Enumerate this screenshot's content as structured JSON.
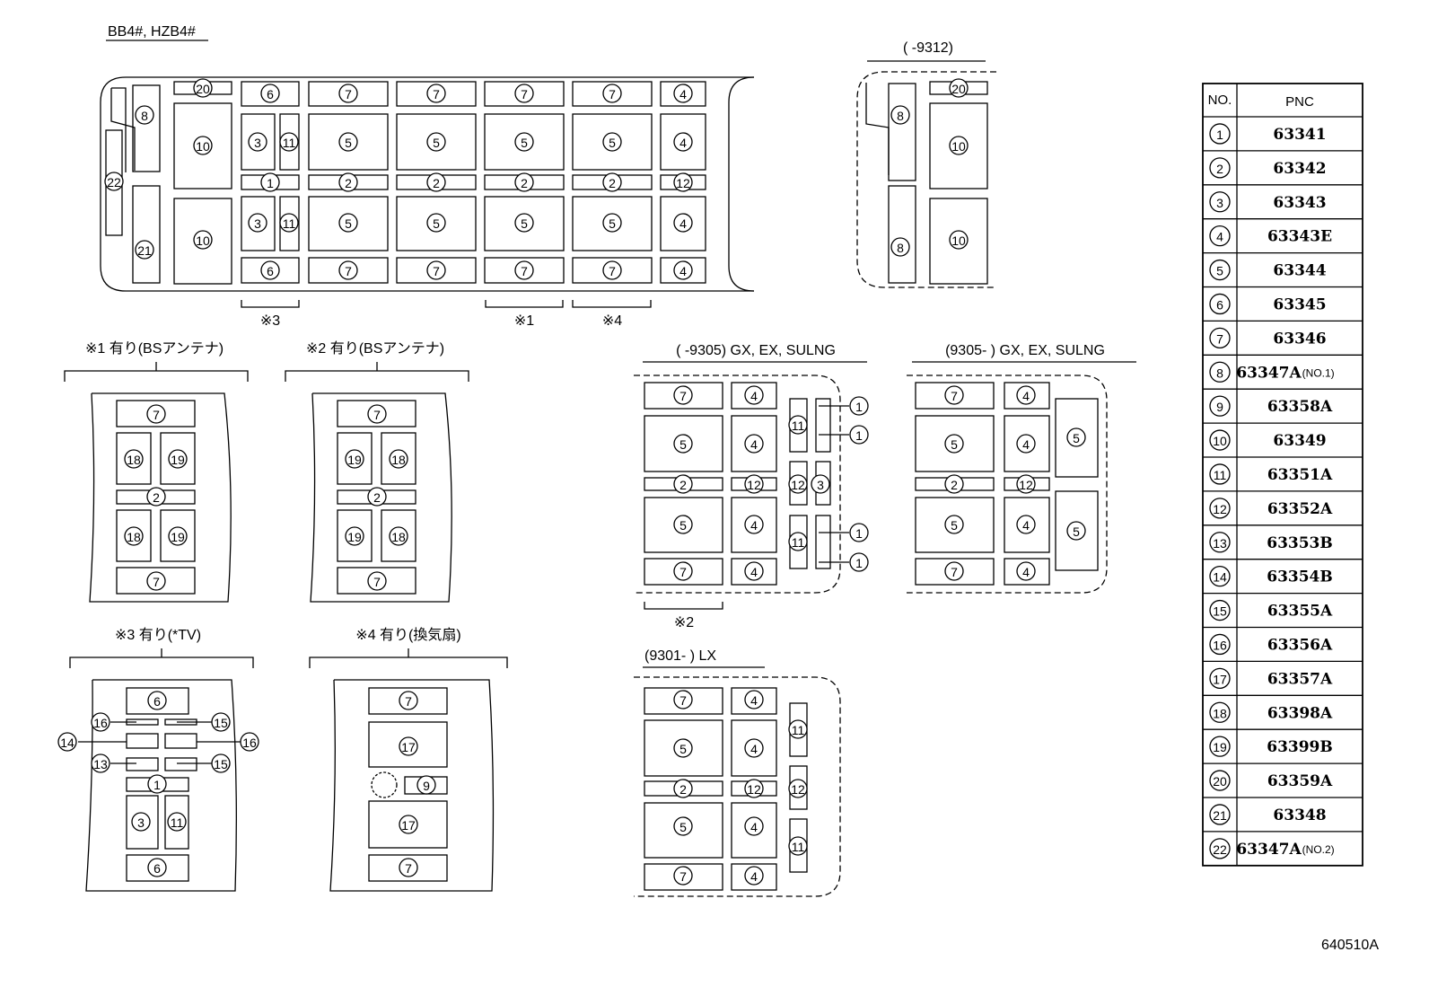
{
  "labels": {
    "model": "BB4#, HZB4#",
    "variant_a": "(      -9312)",
    "variant_b": "(      -9305) GX, EX, SULNG",
    "variant_c": "(9305-      ) GX, EX, SULNG",
    "variant_d": "(9301-    ) LX",
    "note1": "※1 有り(BSアンテナ)",
    "note2": "※2 有り(BSアンテナ)",
    "note3": "※3 有り(*TV)",
    "note4": "※4 有り(換気扇)",
    "mark1": "※1",
    "mark2": "※2",
    "mark3": "※3",
    "mark4": "※4",
    "figure_code": "640510A"
  },
  "table": {
    "headers": [
      "NO.",
      "PNC"
    ],
    "rows": [
      {
        "no": "1",
        "pnc": "63341",
        "note": ""
      },
      {
        "no": "2",
        "pnc": "63342",
        "note": ""
      },
      {
        "no": "3",
        "pnc": "63343",
        "note": ""
      },
      {
        "no": "4",
        "pnc": "63343E",
        "note": ""
      },
      {
        "no": "5",
        "pnc": "63344",
        "note": ""
      },
      {
        "no": "6",
        "pnc": "63345",
        "note": ""
      },
      {
        "no": "7",
        "pnc": "63346",
        "note": ""
      },
      {
        "no": "8",
        "pnc": "63347A",
        "note": "(NO.1)"
      },
      {
        "no": "9",
        "pnc": "63358A",
        "note": ""
      },
      {
        "no": "10",
        "pnc": "63349",
        "note": ""
      },
      {
        "no": "11",
        "pnc": "63351A",
        "note": ""
      },
      {
        "no": "12",
        "pnc": "63352A",
        "note": ""
      },
      {
        "no": "13",
        "pnc": "63353B",
        "note": ""
      },
      {
        "no": "14",
        "pnc": "63354B",
        "note": ""
      },
      {
        "no": "15",
        "pnc": "63355A",
        "note": ""
      },
      {
        "no": "16",
        "pnc": "63356A",
        "note": ""
      },
      {
        "no": "17",
        "pnc": "63357A",
        "note": ""
      },
      {
        "no": "18",
        "pnc": "63398A",
        "note": ""
      },
      {
        "no": "19",
        "pnc": "63399B",
        "note": ""
      },
      {
        "no": "20",
        "pnc": "63359A",
        "note": ""
      },
      {
        "no": "21",
        "pnc": "63348",
        "note": ""
      },
      {
        "no": "22",
        "pnc": "63347A",
        "note": "(NO.2)"
      }
    ]
  },
  "callouts": {
    "main": [
      "20",
      "6",
      "7",
      "7",
      "7",
      "7",
      "4",
      "8",
      "10",
      "3",
      "11",
      "5",
      "5",
      "5",
      "5",
      "4",
      "22",
      "1",
      "2",
      "2",
      "2",
      "2",
      "12",
      "10",
      "3",
      "11",
      "5",
      "5",
      "5",
      "5",
      "4",
      "21",
      "6",
      "7",
      "7",
      "7",
      "7",
      "4"
    ],
    "variant_a": [
      "20",
      "8",
      "10",
      "8",
      "10"
    ],
    "note1": [
      "7",
      "18",
      "19",
      "2",
      "18",
      "19",
      "7"
    ],
    "note2": [
      "7",
      "19",
      "18",
      "2",
      "19",
      "18",
      "7"
    ],
    "note3": [
      "6",
      "16",
      "15",
      "14",
      "16",
      "13",
      "15",
      "1",
      "3",
      "11",
      "6"
    ],
    "note4": [
      "7",
      "17",
      "9",
      "17",
      "7"
    ],
    "variant_b": [
      "7",
      "4",
      "5",
      "4",
      "11",
      "1",
      "1",
      "2",
      "12",
      "12",
      "3",
      "5",
      "4",
      "11",
      "1",
      "1",
      "7",
      "4"
    ],
    "variant_c": [
      "7",
      "4",
      "5",
      "4",
      "5",
      "2",
      "12",
      "5",
      "4",
      "5",
      "7",
      "4"
    ],
    "variant_d": [
      "7",
      "4",
      "5",
      "4",
      "11",
      "2",
      "12",
      "12",
      "5",
      "4",
      "11",
      "7",
      "4"
    ]
  }
}
